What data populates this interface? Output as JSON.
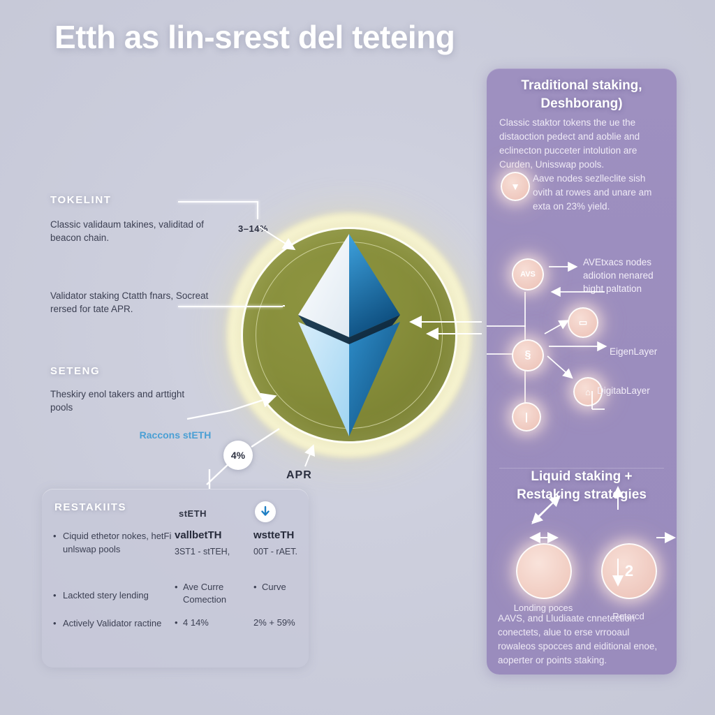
{
  "page": {
    "title": "Etth as lin-srest del teteing",
    "background_color": "#ced0de"
  },
  "center": {
    "coin_color": "#868d3a",
    "glow_color": "#f5dc5a",
    "logo_name": "ethereum-diamond",
    "logo_colors": {
      "light": "#e9f2fa",
      "blue": "#1d6fb0",
      "dark": "#10283c",
      "pale": "#bfe2f7"
    }
  },
  "left": {
    "section1": {
      "heading": "TOKELINT",
      "body": "Classic validaum takines, validitad of beacon chain.",
      "pct": "3–14%"
    },
    "section2": {
      "body": "Validator staking Ctatth fnars, Socreat rersed for tate APR."
    },
    "section3": {
      "heading": "SETENG",
      "body": "Theskiry enol takers and arttight pools",
      "blue_label": "Raccons stETH",
      "badge": "4%",
      "apr": "APR"
    }
  },
  "panel_left": {
    "title": "RESTAKIITS",
    "bullets": [
      "Ciquid ethetor nokes, hetFi unlswap pools",
      "Lackted stery lending",
      "Actively Validator ractine"
    ],
    "chip_label": "stETH",
    "icon": "download-arrow-icon",
    "columns": [
      {
        "head": "vallbetTH",
        "sub": "3ST1 - stTEH,",
        "row2": "Ave Curre Comection",
        "row3": "4 14%"
      },
      {
        "head": "wstteTH",
        "sub": "00T - rAET.",
        "row2": "Curve",
        "row3": "2% + 59%"
      }
    ]
  },
  "panel_right": {
    "section1": {
      "title": "Traditional staking, Deshborang)",
      "body": "Classic staktor tokens the ue the distaoction pedect and aoblie and eclinecton pucceter intolution are Curden, Unisswap pools.",
      "bullet_icon": "down-triangle-icon",
      "bullet_text": "Aave nodes sezlleclite sish ovith at rowes and unare am exta on 23% yield."
    },
    "network": {
      "label_top": "AVEtxacs nodes adiotion nenared bight paltation",
      "label_mid": "EigenLayer",
      "label_bottom": "DigitabLayer",
      "nodes": [
        {
          "name": "avs-node",
          "glyph": "AVS"
        },
        {
          "name": "card-node",
          "glyph": "▭"
        },
        {
          "name": "stake-node",
          "glyph": "§"
        },
        {
          "name": "dome-node",
          "glyph": "⌂"
        },
        {
          "name": "pillar-node",
          "glyph": "|"
        }
      ]
    },
    "section2": {
      "title": "Liquid staking + Restaking strategies",
      "circle1_label": "Londing poces",
      "circle2_glyph": "2",
      "circle2_label": "Retarcd",
      "body": "AAVS, and Lludiaate cnnetection conectets, alue to erse vrrooaul rowaleos spocces and eiditional enoe, aoperter or points staking."
    },
    "panel_color": "#9e90c0"
  }
}
